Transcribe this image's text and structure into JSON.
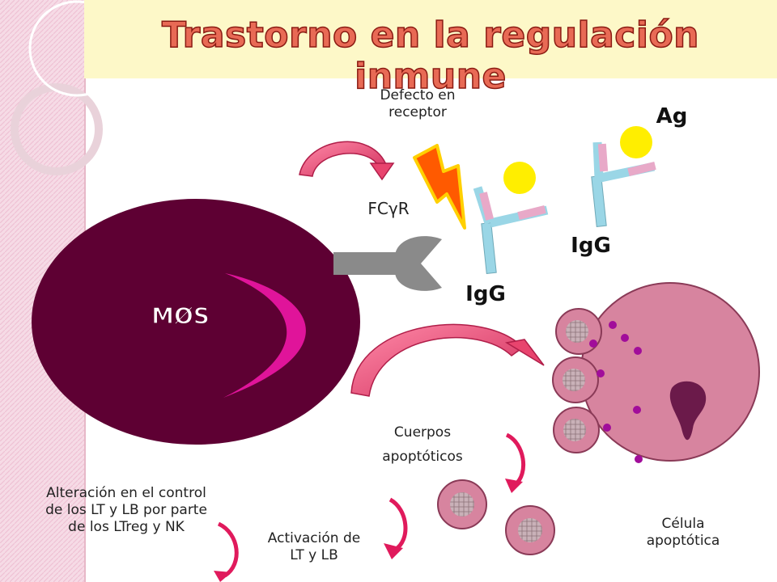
{
  "title": "Trastorno en la regulación inmune",
  "labels": {
    "defect": "Defecto en receptor",
    "fcgr": "FCγR",
    "ag": "Ag",
    "igg_top": "IgG",
    "igg_left": "IgG",
    "mos": "MØS",
    "bodies": "Cuerpos apoptóticos",
    "alteration": "Alteración en el control de los LT y LB por parte de los LTreg y NK",
    "activation": "Activación de LT y LB",
    "cell": "Célula apoptótica"
  },
  "colors": {
    "macrophage": "#5e0033",
    "crescent": "#e0149a",
    "cell": "#d7849f",
    "granule": "#a10d9a",
    "nucleus": "#6b1a4a",
    "receptor": "#8a8a8a",
    "antigen": "#ffee00",
    "arrow": "#e8446e",
    "bolt": "#ff5a00",
    "title_bg": "#fdf8c8"
  }
}
